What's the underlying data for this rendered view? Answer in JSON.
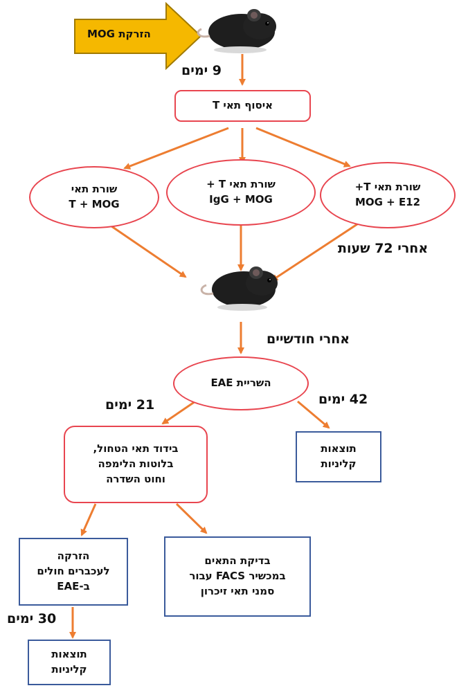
{
  "injection_arrow": {
    "label": "הזרקת MOG",
    "fill": "#f5b800",
    "stroke": "#a07a00"
  },
  "colors": {
    "arrow": "#ed7d31",
    "red_border": "#e8454f",
    "blue_border": "#3a5a9b"
  },
  "icons": {
    "mouse_top": "mouse-icon",
    "mouse_middle": "mouse-icon"
  },
  "labels": {
    "days_9": "9 ימים",
    "hours_72": "אחרי 72 שעות",
    "two_months": "אחרי חודשיים",
    "days_21": "21 ימים",
    "days_42": "42 ימים",
    "days_30": "30 ימים"
  },
  "nodes": {
    "collect_t_cells": "איסוף תאי T",
    "line_t_mog": "שורת תאי\nT + MOG",
    "line_t_igg_mog": "שורת תאי T +\nIgG + MOG",
    "line_t_mog_e12": "שורת תאי T+\nMOG + E12",
    "eae_induction": "השריית EAE",
    "isolation": "בידוד תאי הטחול,\nבלוטות הלימפה\nוחוט השדרה",
    "clinical_results_right": "תוצאות\nקליניות",
    "injection_sick_mice": "הזרקה\nלעכברים חולים\nב-EAE",
    "facs_test": "בדיקת התאים\nבמכשיר FACS עבור\nסמני תאי זיכרון",
    "clinical_results_bottom": "תוצאות\nקליניות"
  }
}
